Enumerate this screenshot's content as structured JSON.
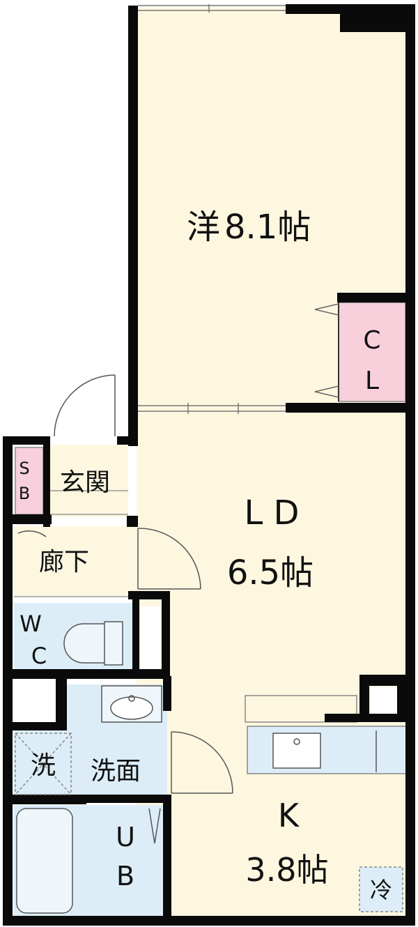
{
  "rooms": {
    "western": {
      "name": "洋",
      "size": "8.1帖"
    },
    "ld": {
      "name": "L D",
      "size": "6.5帖"
    },
    "kitchen": {
      "name": "K",
      "size": "3.8帖"
    },
    "entrance": "玄関",
    "corridor": "廊下",
    "washroom": "洗面"
  },
  "fixtures": {
    "shoe_box": [
      "S",
      "B"
    ],
    "closet": [
      "C",
      "L"
    ],
    "toilet": [
      "W",
      "C"
    ],
    "unit_bath": [
      "U",
      "B"
    ],
    "washer": "洗",
    "fridge": "冷"
  },
  "colors": {
    "wall": "#0a0a0a",
    "floor": "#fdf7e0",
    "wet_area": "#dcedf8",
    "storage": "#f7d0dc"
  }
}
